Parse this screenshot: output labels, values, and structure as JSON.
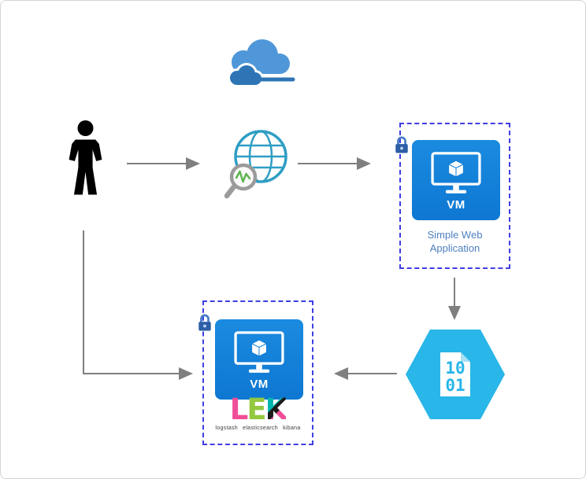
{
  "colors": {
    "azure_tile_blue": "#1181d9",
    "cloud_light_blue": "#4f97d9",
    "cloud_dark_blue": "#2e75b6",
    "hexagon_cyan": "#29b6e8",
    "dashed_border_blue": "#3e3ee3",
    "lock_body_blue": "#2d5ea6",
    "lock_shackle_blue": "#4a7cc7",
    "arrow_gray": "#7f7f7f",
    "caption_blue": "#4e7fc1",
    "globe_teal": "#2e9ec4",
    "pulse_green": "#5cb54e",
    "magnifier_gray": "#9b9b9b",
    "elk_pink": "#f04e98",
    "elk_green": "#93c840",
    "elk_teal": "#00b5ad",
    "person_black": "#000000"
  },
  "nodes": {
    "cloud": {
      "icon": "azure-cloud-icon"
    },
    "user": {
      "icon": "user-icon"
    },
    "web_search": {
      "icon": "globe-magnifier-icon"
    },
    "web_vm": {
      "icon": "azure-vm-icon",
      "lock_icon": "lock-icon",
      "label": "VM",
      "caption": "Simple Web Application"
    },
    "binary_file": {
      "icon": "binary-file-hexagon-icon",
      "line1": "10",
      "line2": "01"
    },
    "elk_vm": {
      "icon": "azure-vm-icon",
      "lock_icon": "lock-icon",
      "label": "VM",
      "logo_letters": [
        "L",
        "E",
        "K"
      ],
      "logo_caption": "logstash elasticsearch kibana"
    }
  },
  "connections": [
    {
      "from": "user",
      "to": "web_search"
    },
    {
      "from": "web_search",
      "to": "web_vm"
    },
    {
      "from": "web_vm",
      "to": "binary_file"
    },
    {
      "from": "binary_file",
      "to": "elk_vm"
    },
    {
      "from": "user",
      "to": "elk_vm"
    }
  ]
}
